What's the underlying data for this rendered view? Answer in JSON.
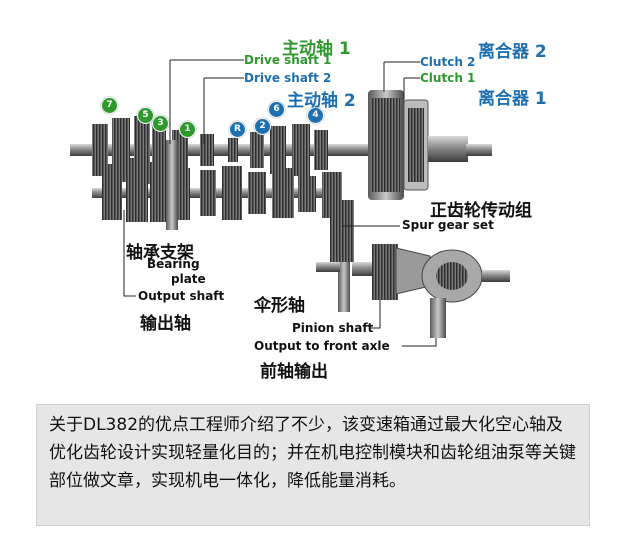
{
  "labels": {
    "main_shaft_1_cn": "主动轴 1",
    "drive_shaft_1": "Drive shaft 1",
    "drive_shaft_2": "Drive shaft 2",
    "main_shaft_2_cn": "主动轴 2",
    "clutch_2": "Clutch 2",
    "clutch_1": "Clutch 1",
    "clutch_2_cn": "离合器 2",
    "clutch_1_cn": "离合器 1",
    "spur_gear_set_cn": "正齿轮传动组",
    "spur_gear_set": "Spur gear set",
    "bearing_plate_cn": "轴承支架",
    "bearing": "Bearing",
    "plate": "plate",
    "output_shaft": "Output shaft",
    "output_shaft_cn": "输出轴",
    "pinion_shaft_cn": "伞形轴",
    "pinion_shaft": "Pinion shaft",
    "output_front_axle": "Output to front axle",
    "output_front_axle_cn": "前轴输出"
  },
  "gear_badges": [
    {
      "text": "7",
      "color": "#2e9a2e"
    },
    {
      "text": "5",
      "color": "#2e9a2e"
    },
    {
      "text": "3",
      "color": "#2e9a2e"
    },
    {
      "text": "1",
      "color": "#2e9a2e"
    },
    {
      "text": "R",
      "color": "#1d6fb0"
    },
    {
      "text": "2",
      "color": "#1d6fb0"
    },
    {
      "text": "6",
      "color": "#1d6fb0"
    },
    {
      "text": "4",
      "color": "#1d6fb0"
    }
  ],
  "caption": "关于DL382的优点工程师介绍了不少，该变速箱通过最大化空心轴及优化齿轮设计实现轻量化目的；并在机电控制模块和齿轮组油泵等关键部位做文章，实现机电一体化，降低能量消耗。"
}
